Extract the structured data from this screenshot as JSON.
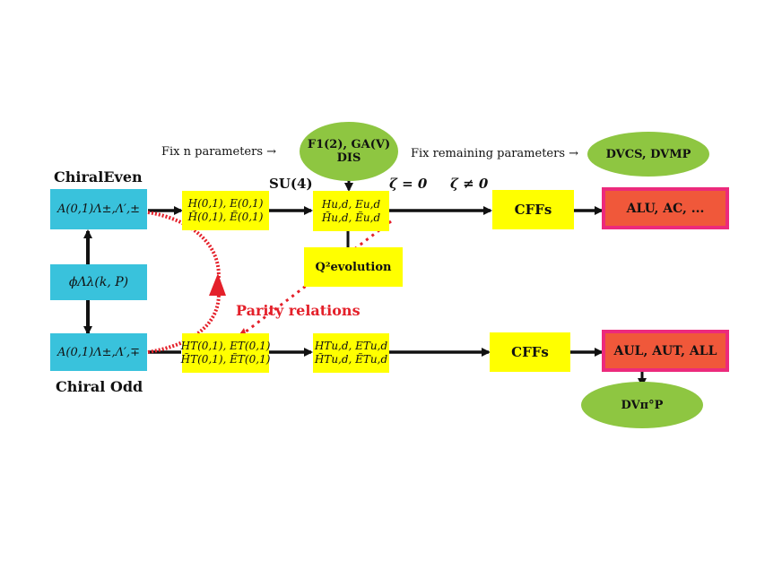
{
  "top_labels": {
    "fix_n": "Fix n parameters →",
    "fix_remaining": "Fix remaining parameters →",
    "su4": "SU(4)",
    "zeta0": "ζ = 0",
    "zeta_ne0": "ζ ≠ 0"
  },
  "chiral_even": {
    "title": "ChiralEven",
    "amplitude": "A(0,1)Λ±,Λ′,±"
  },
  "chiral_odd": {
    "title": "Chiral Odd",
    "amplitude": "A(0,1)Λ±,Λ′,∓"
  },
  "phi_box": "ϕΛλ(k, P)",
  "even_gpd_01": {
    "line1": "H(0,1), E(0,1)",
    "line2": "H̃(0,1), Ẽ(0,1)"
  },
  "even_gpd_ud": {
    "line1": "Hu,d, Eu,d",
    "line2": "H̃u,d, Ẽu,d"
  },
  "odd_gpd_01": {
    "line1": "HT(0,1), ET(0,1)",
    "line2": "H̃T(0,1), ẼT(0,1)"
  },
  "odd_gpd_ud": {
    "line1": "HTu,d, ETu,d",
    "line2": "H̃Tu,d, ẼTu,d"
  },
  "dis_ellipse": {
    "line1": "F1(2), GA(V)",
    "line2": "DIS"
  },
  "dvcs_ellipse": "DVCS, DVMP",
  "dvpi_ellipse": "DVπ°P",
  "q2_evolution": "Q²evolution",
  "cffs_even": "CFFs",
  "cffs_odd": "CFFs",
  "asym_even": "ALU, AC, ...",
  "asym_odd": "AUL, AUT, ALL",
  "parity_relations": "Parity relations",
  "colors": {
    "cyan": "#39c2dc",
    "yellow": "#ffff00",
    "green": "#8ec641",
    "orange": "#f0583a",
    "pink_border": "#ec2a7c",
    "red_parity": "#e4202a"
  }
}
